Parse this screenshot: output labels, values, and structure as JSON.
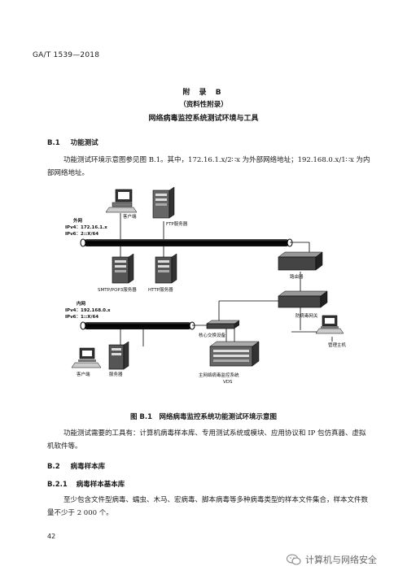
{
  "header": {
    "standard": "GA/T 1539—2018"
  },
  "appendix": {
    "title": "附 录 B",
    "subtitle": "（资料性附录）",
    "heading": "网络病毒监控系统测试环境与工具"
  },
  "sections": {
    "b1": {
      "number": "B.1",
      "title": "功能测试"
    },
    "b1_text": "功能测试环境示意图参见图 B.1。其中，172.16.1.x/2∷x 为外部网络地址；192.168.0.x/1∷x 为内部网络地址。",
    "b1_text_line1": "功能测试环境示意图参见图 B.1。其中，172.16.1.x/2∷x 为外部网络地址；192.168.0.x/1∷x 为内",
    "b1_text_line2": "部网络地址。",
    "tools_line1": "功能测试需要的工具有：计算机病毒样本库、专用测试系统或模块、应用协议和 IP 包仿真器、虚拟",
    "tools_line2": "机软件等。",
    "b2": {
      "number": "B.2",
      "title": "病毒样本库"
    },
    "b21": {
      "number": "B.2.1",
      "title": "病毒样本基本库"
    },
    "b21_line1": "至少包含文件型病毒、蠕虫、木马、宏病毒、脚本病毒等多种病毒类型的样本文件集合，样本文件数",
    "b21_line2": "量不少于 2 000 个。"
  },
  "diagram": {
    "outer_net": {
      "label": "外网",
      "ipv4": "IPv4：172.16.1.x",
      "ipv6": "IPv6：2::X/64"
    },
    "inner_net": {
      "label": "内网",
      "ipv4": "IPv4：192.168.0.x",
      "ipv6": "IPv6：1::X/64"
    },
    "client_top": "客户端",
    "ftp_server": "FTP服务器",
    "smtp_server": "SMTP/POP3服务器",
    "http_server": "HTTP服务器",
    "router": "路由器",
    "gateway": "防病毒网关",
    "core_switch": "核心交换设备",
    "mgmt_host": "管理主机",
    "vds_line1": "主网络病毒监控系统",
    "vds_line2": "VDS",
    "client_bottom": "客户端",
    "server_bottom": "服务器"
  },
  "figure_caption": "图 B.1　网络病毒监控系统功能测试环境示意图",
  "page_number": "42",
  "watermark": "计算机与网络安全",
  "icons": {
    "watermark_icon": "wechat-icon"
  }
}
